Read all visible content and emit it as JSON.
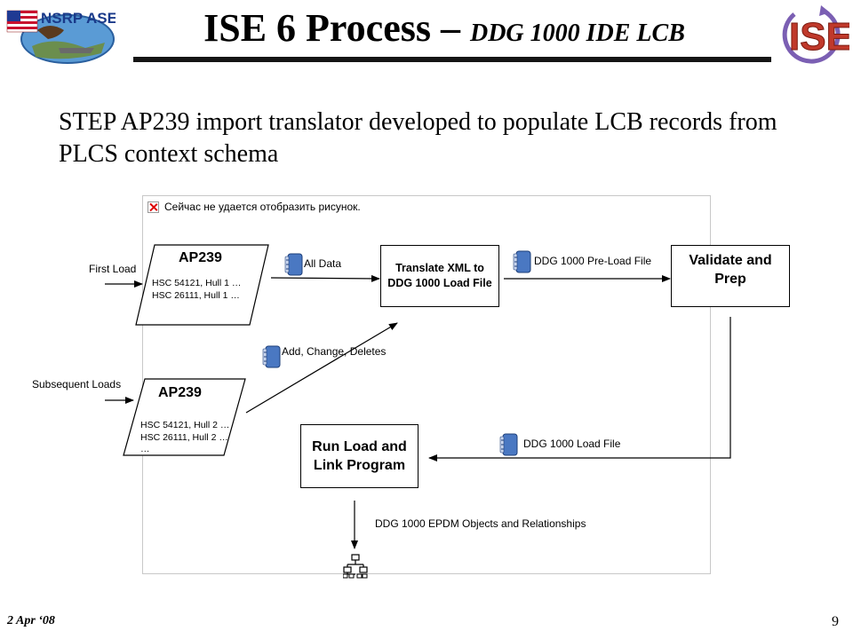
{
  "header": {
    "title_main": "ISE 6 Process – ",
    "title_sub": "DDG 1000 IDE LCB",
    "logo_left_text": "NSRP ASE",
    "logo_right_text": "ISE"
  },
  "subtitle": "STEP AP239 import translator developed to populate LCB records from PLCS context schema",
  "broken_image_text": "Сейчас не удается отобразить рисунок.",
  "diagram": {
    "first_load": "First Load",
    "subsequent_loads": "Subsequent Loads",
    "ap239_1": {
      "title": "AP239",
      "line1": "HSC 54121, Hull 1 …",
      "line2": "HSC 26111, Hull 1 …"
    },
    "ap239_2": {
      "title": "AP239",
      "line1": "HSC 54121, Hull 2 …",
      "line2": "HSC 26111, Hull 2 …",
      "line3": "…"
    },
    "all_data": "All Data",
    "add_change_deletes": "Add, Change, Deletes",
    "translate_box": "Translate XML to DDG 1000 Load File",
    "preload_file": "DDG 1000 Pre-Load File",
    "validate_box": "Validate and Prep",
    "load_file": "DDG 1000 Load File",
    "run_load_box": "Run Load and Link Program",
    "epdm_label": "DDG 1000 EPDM Objects and Relationships"
  },
  "footer": {
    "date": "2 Apr ‘08",
    "page": "9"
  }
}
